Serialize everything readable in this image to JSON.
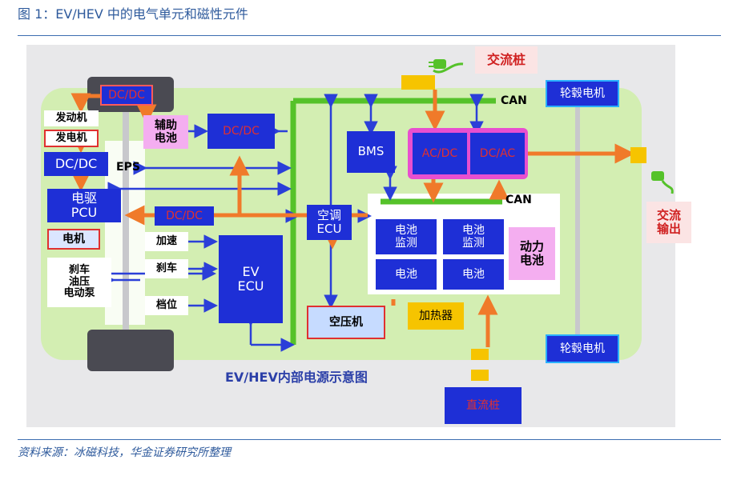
{
  "caption": "图 1：EV/HEV 中的电气单元和磁性元件",
  "source": "资料来源：冰磁科技，华金证券研究所整理",
  "diagram": {
    "title": "EV/HEV内部电源示意图",
    "labels": {
      "dcdc_top": "DC/DC",
      "engine": "发动机",
      "generator": "发电机",
      "dcdc_left": "DC/DC",
      "eps": "EPS",
      "drive_pcu": "电驱\nPCU",
      "motor": "电机",
      "brake_pump": "刹车\n油压\n电动泵",
      "aux_battery": "辅助\n电池",
      "dcdc_mid": "DC/DC",
      "dcdc_low": "DC/DC",
      "accelerator": "加速",
      "brake": "刹车",
      "gear": "档位",
      "ev_ecu": "EV\nECU",
      "ac_ecu": "空调\nECU",
      "compressor": "空压机",
      "bms": "BMS",
      "acdc": "AC/DC",
      "dcac": "DC/AC",
      "battery_monitor_1": "电池\n监测",
      "battery_monitor_2": "电池\n监测",
      "battery_1": "电池",
      "battery_2": "电池",
      "power_battery": "动力\n电池",
      "heater": "加热器",
      "fast_charge": "直流桩",
      "charging_pile": "交流桩",
      "ac_output": "交流\n输出",
      "hub_motor_top": "轮毂电机",
      "hub_motor_bottom": "轮毂电机",
      "can_top": "CAN",
      "can_mid": "CAN"
    }
  }
}
